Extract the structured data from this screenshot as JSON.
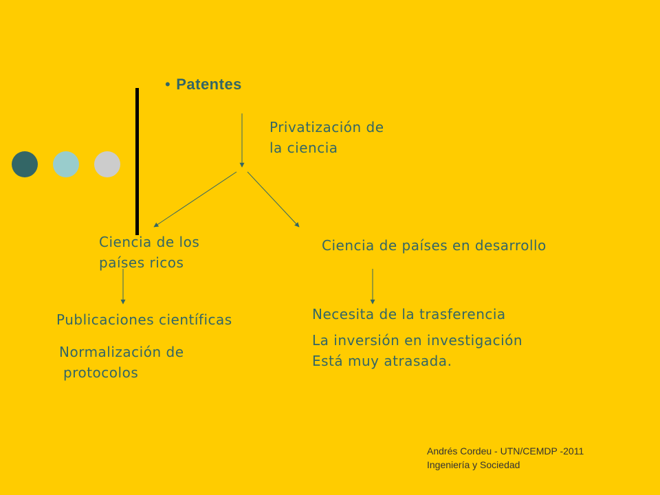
{
  "slide": {
    "bullet": "Patentes",
    "privatizacion": [
      "Privatización de",
      "la ciencia"
    ],
    "ciencia_ricos": [
      "Ciencia de los",
      "países ricos"
    ],
    "ciencia_desarrollo": "Ciencia de países en desarrollo",
    "publicaciones": "Publicaciones científicas",
    "normalizacion": [
      "Normalización de",
      "protocolos"
    ],
    "necesita": "Necesita de la trasferencia",
    "inversion": [
      "La inversión en investigación",
      "Está muy atrasada."
    ],
    "footer": [
      "Andrés Cordeu - UTN/CEMDP -2011",
      "Ingeniería y Sociedad"
    ]
  },
  "colors": {
    "background": "#FFCC00",
    "text": "#336666",
    "circles": [
      "#336666",
      "#99CCCC",
      "#CCCCCC"
    ]
  }
}
